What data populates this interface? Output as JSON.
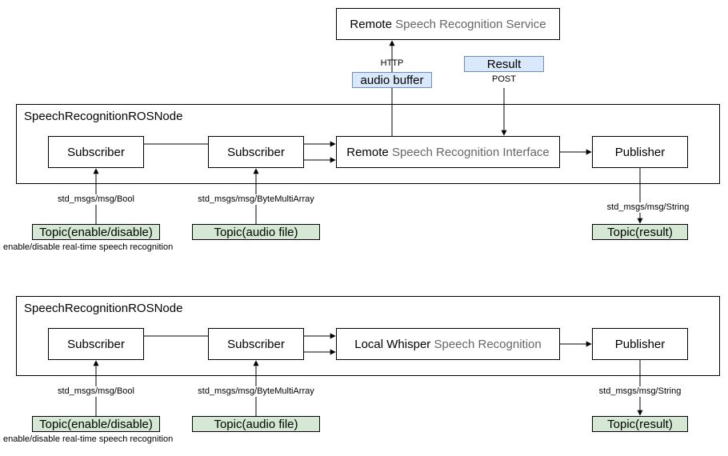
{
  "remote_service": {
    "word1": "Remote",
    "word2": "Speech Recognition Service"
  },
  "http_label": "HTTP",
  "post_label": "POST",
  "audio_buffer": "audio buffer",
  "result": "Result",
  "top": {
    "container_label": "SpeechRecognitionROSNode",
    "subscriber1": "Subscriber",
    "subscriber2": "Subscriber",
    "interface_word1": "Remote",
    "interface_word2": "Speech Recognition Interface",
    "publisher": "Publisher",
    "bool_msg": "std_msgs/msg/Bool",
    "bytes_msg": "std_msgs/msg/ByteMultiArray",
    "string_msg": "std_msgs/msg/String",
    "topic_enable": "Topic(enable/disable)",
    "topic_audio": "Topic(audio file)",
    "topic_result": "Topic(result)",
    "enable_note": "enable/disable real-time speech recognition"
  },
  "bottom": {
    "container_label": "SpeechRecognitionROSNode",
    "subscriber1": "Subscriber",
    "subscriber2": "Subscriber",
    "interface_word1": "Local Whisper",
    "interface_word2": "Speech Recognition",
    "publisher": "Publisher",
    "bool_msg": "std_msgs/msg/Bool",
    "bytes_msg": "std_msgs/msg/ByteMultiArray",
    "string_msg": "std_msgs/msg/String",
    "topic_enable": "Topic(enable/disable)",
    "topic_audio": "Topic(audio file)",
    "topic_result": "Topic(result)",
    "enable_note": "enable/disable real-time speech recognition"
  }
}
